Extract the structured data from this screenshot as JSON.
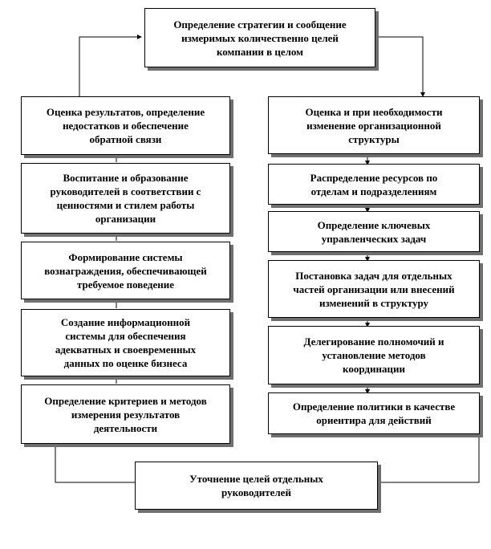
{
  "diagram": {
    "top": {
      "lines": [
        "Определение стратегии и сообщение",
        "измеримых количественно целей",
        "компании в целом"
      ]
    },
    "left": [
      {
        "lines": [
          "Оценка результатов, определение",
          "недостатков и обеспечение",
          "обратной связи"
        ]
      },
      {
        "lines": [
          "Воспитание и образование",
          "руководителей в соответствии с",
          "ценностями и стилем работы",
          "организации"
        ]
      },
      {
        "lines": [
          "Формирование системы",
          "вознаграждения, обеспечивающей",
          "требуемое поведение"
        ]
      },
      {
        "lines": [
          "Создание информационной",
          "системы для обеспечения",
          "адекватных и своевременных",
          "данных по оценке бизнеса"
        ]
      },
      {
        "lines": [
          "Определение критериев и методов",
          "измерения результатов",
          "деятельности"
        ]
      }
    ],
    "right": [
      {
        "lines": [
          "Оценка и при необходимости",
          "изменение организационной",
          "структуры"
        ]
      },
      {
        "lines": [
          "Распределение ресурсов по",
          "отделам и подразделениям"
        ]
      },
      {
        "lines": [
          "Определение ключевых",
          "управленческих задач"
        ]
      },
      {
        "lines": [
          "Постановка задач для отдельных",
          "частей организации или внесений",
          "изменений в структуру"
        ]
      },
      {
        "lines": [
          "Делегирование полномочий и",
          "установление методов",
          "координации"
        ]
      },
      {
        "lines": [
          "Определение политики в качестве",
          "ориентира для действий"
        ]
      }
    ],
    "bottom": {
      "lines": [
        "Уточнение целей отдельных",
        "руководителей"
      ]
    }
  }
}
